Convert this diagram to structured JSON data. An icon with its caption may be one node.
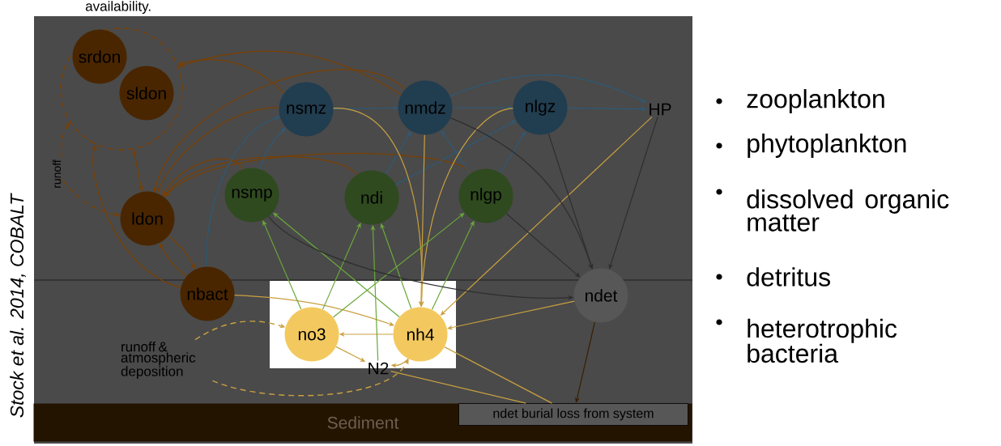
{
  "diagram": {
    "nodes": [
      {
        "text": [],
        "shape": "circle"
      },
      {
        "text": [
          "srdon"
        ],
        "in": 0
      },
      {
        "text": [
          "sldon"
        ],
        "in": 0
      },
      {
        "text": [
          "nsmz"
        ]
      },
      {
        "text": [
          "nmdz"
        ]
      },
      {
        "text": [
          "nlgz"
        ]
      },
      {
        "text": [
          "HP"
        ]
      },
      {
        "text": [
          "nsmp"
        ]
      },
      {
        "text": [
          "ndi"
        ]
      },
      {
        "text": [
          "nlgp"
        ]
      },
      {
        "text": [
          "ldon"
        ]
      },
      {
        "text": [
          "nbact"
        ]
      },
      {
        "text": [
          "ndet"
        ]
      },
      {
        "text": [
          "no3"
        ]
      },
      {
        "text": [
          "nh4"
        ]
      },
      {
        "text": [
          "N2"
        ]
      },
      {
        "text": [
          "runoff"
        ]
      },
      {
        "text": [
          "runoff & atmospheric deposition"
        ]
      },
      {
        "text": [
          "Sediment"
        ]
      },
      {
        "text": [
          "ndet burial loss from system"
        ],
        "in": 18
      }
    ],
    "edges": [
      {
        "from": 3,
        "to": 0,
        "arrow": "to",
        "color": "#7a3f00"
      },
      {
        "from": 4,
        "to": 0,
        "arrow": "to",
        "color": "#7a3f00"
      },
      {
        "from": 4,
        "to": 10,
        "arrow": "to",
        "color": "#7a3f00"
      },
      {
        "from": 3,
        "to": 10,
        "arrow": "to",
        "color": "#7a3f00"
      },
      {
        "from": 7,
        "to": 10,
        "arrow": "to",
        "color": "#7a3f00"
      },
      {
        "from": 8,
        "to": 10,
        "arrow": "to",
        "color": "#7a3f00"
      },
      {
        "from": 9,
        "to": 10,
        "arrow": "to",
        "color": "#7a3f00"
      },
      {
        "from": 10,
        "to": 0,
        "arrow": "both",
        "color": "#7a3f00"
      },
      {
        "from": 16,
        "to": 0,
        "arrow": "to",
        "style": "dashed",
        "color": "#7a3f00"
      },
      {
        "from": 16,
        "to": 10,
        "arrow": "to",
        "style": "dashed",
        "color": "#7a3f00"
      },
      {
        "from": 11,
        "to": 0,
        "arrow": "to",
        "color": "#7a3f00"
      },
      {
        "from": 10,
        "to": 11,
        "arrow": "to",
        "color": "#7a3f00"
      },
      {
        "from": 11,
        "to": 10,
        "arrow": "to",
        "color": "#7a3f00"
      },
      {
        "from": 11,
        "to": 14,
        "arrow": "to",
        "color": "#c9a040"
      },
      {
        "from": 3,
        "to": 4,
        "arrow": "to",
        "color": "#2c5a78"
      },
      {
        "from": 4,
        "to": 5,
        "arrow": "to",
        "color": "#2c5a78"
      },
      {
        "from": 5,
        "to": 6,
        "arrow": "to",
        "color": "#2c5a78"
      },
      {
        "from": 4,
        "to": 6,
        "arrow": "to",
        "color": "#2c5a78"
      },
      {
        "from": 7,
        "to": 3,
        "arrow": "to",
        "color": "#2c5a78"
      },
      {
        "from": 11,
        "to": 3,
        "arrow": "to",
        "color": "#2c5a78"
      },
      {
        "from": 8,
        "to": 4,
        "arrow": "to",
        "color": "#2c5a78"
      },
      {
        "from": 8,
        "to": 5,
        "arrow": "to",
        "color": "#2c5a78"
      },
      {
        "from": 9,
        "to": 4,
        "arrow": "to",
        "color": "#2c5a78"
      },
      {
        "from": 9,
        "to": 5,
        "arrow": "to",
        "color": "#2c5a78"
      },
      {
        "from": 3,
        "to": 14,
        "arrow": "to",
        "color": "#c9a040"
      },
      {
        "from": 4,
        "to": 14,
        "arrow": "to",
        "color": "#c9a040"
      },
      {
        "from": 5,
        "to": 14,
        "arrow": "to",
        "color": "#c9a040"
      },
      {
        "from": 6,
        "to": 14,
        "arrow": "to",
        "color": "#c9a040"
      },
      {
        "from": 12,
        "to": 14,
        "arrow": "to",
        "color": "#c9a040"
      },
      {
        "from": 14,
        "to": 13,
        "arrow": "to",
        "color": "#c9a040"
      },
      {
        "from": 13,
        "to": 15,
        "arrow": "to",
        "color": "#c9a040"
      },
      {
        "from": 14,
        "to": 15,
        "arrow": "to",
        "color": "#c9a040"
      },
      {
        "from": 17,
        "to": 13,
        "arrow": "to",
        "style": "dashed",
        "color": "#c9a040"
      },
      {
        "from": 17,
        "to": 14,
        "arrow": "to",
        "style": "dashed",
        "color": "#c9a040"
      },
      {
        "from": 19,
        "to": 14,
        "arrow": "none",
        "color": "#c9a040"
      },
      {
        "from": 19,
        "to": 15,
        "arrow": "none",
        "color": "#c9a040"
      },
      {
        "from": 13,
        "to": 7,
        "arrow": "to",
        "color": "#6aa83a"
      },
      {
        "from": 13,
        "to": 8,
        "arrow": "to",
        "color": "#6aa83a"
      },
      {
        "from": 13,
        "to": 9,
        "arrow": "to",
        "color": "#6aa83a"
      },
      {
        "from": 14,
        "to": 7,
        "arrow": "to",
        "color": "#6aa83a"
      },
      {
        "from": 14,
        "to": 8,
        "arrow": "to",
        "color": "#6aa83a"
      },
      {
        "from": 14,
        "to": 9,
        "arrow": "to",
        "color": "#6aa83a"
      },
      {
        "from": 15,
        "to": 8,
        "arrow": "to",
        "color": "#6aa83a"
      },
      {
        "from": 7,
        "to": 12,
        "arrow": "to",
        "color": "#2e2e2e"
      },
      {
        "from": 4,
        "to": 12,
        "arrow": "to",
        "color": "#2e2e2e"
      },
      {
        "from": 5,
        "to": 12,
        "arrow": "to",
        "color": "#2e2e2e"
      },
      {
        "from": 6,
        "to": 12,
        "arrow": "to",
        "color": "#2e2e2e"
      },
      {
        "from": 9,
        "to": 12,
        "arrow": "to",
        "color": "#2e2e2e"
      },
      {
        "from": 12,
        "to": 19,
        "arrow": "to",
        "color": "#3a1e00"
      }
    ],
    "labels": [
      "availability.",
      "Stock et al. 2014, COBALT",
      "zooplankton",
      "phytoplankton",
      "dissolved organic matter",
      "detritus",
      "heterotrophic bacteria"
    ]
  }
}
